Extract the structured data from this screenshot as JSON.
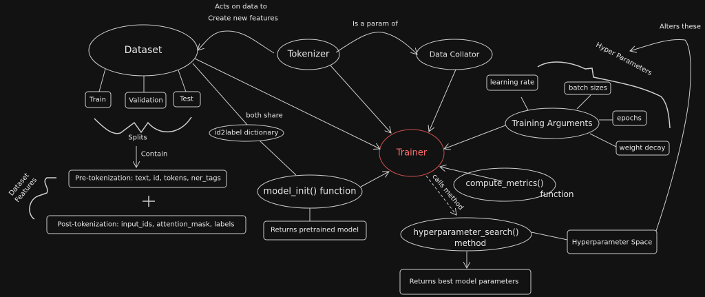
{
  "colors": {
    "background": "#121212",
    "stroke": "#d0d0d0",
    "trainer": "#e05555",
    "trainer_text": "#ff6b6b"
  },
  "nodes": {
    "dataset": "Dataset",
    "tokenizer": "Tokenizer",
    "data_collator": "Data Collator",
    "trainer": "Trainer",
    "train": "Train",
    "validation": "Validation",
    "test": "Test",
    "id2label": "id2label dictionary",
    "model_init": "model_init() function",
    "returns_pretrained": "Returns pretrained model",
    "pre_tokenization": "Pre-tokenization: text, id, tokens, ner_tags",
    "post_tokenization": "Post-tokenization: input_ids, attention_mask, labels",
    "training_arguments": "Training Arguments",
    "learning_rate": "learning rate",
    "batch_sizes": "batch sizes",
    "epochs": "epochs",
    "weight_decay": "weight decay",
    "compute_metrics_1": "compute_metrics()",
    "compute_metrics_2": "function",
    "hp_search_1": "hyperparameter_search()",
    "hp_search_2": "method",
    "hp_space": "Hyperparameter Space",
    "returns_best": "Returns best model parameters"
  },
  "annotations": {
    "acts_on_1": "Acts on data to",
    "acts_on_2": "Create new features",
    "is_param_of": "Is a param of",
    "both_share": "both share",
    "splits": "Splits",
    "contain": "Contain",
    "plus": "+",
    "dataset_features_1": "Dataset",
    "dataset_features_2": "Features",
    "calls_method": "calls method",
    "alters_these": "Alters these",
    "hyper_parameters": "Hyper Parameters"
  }
}
